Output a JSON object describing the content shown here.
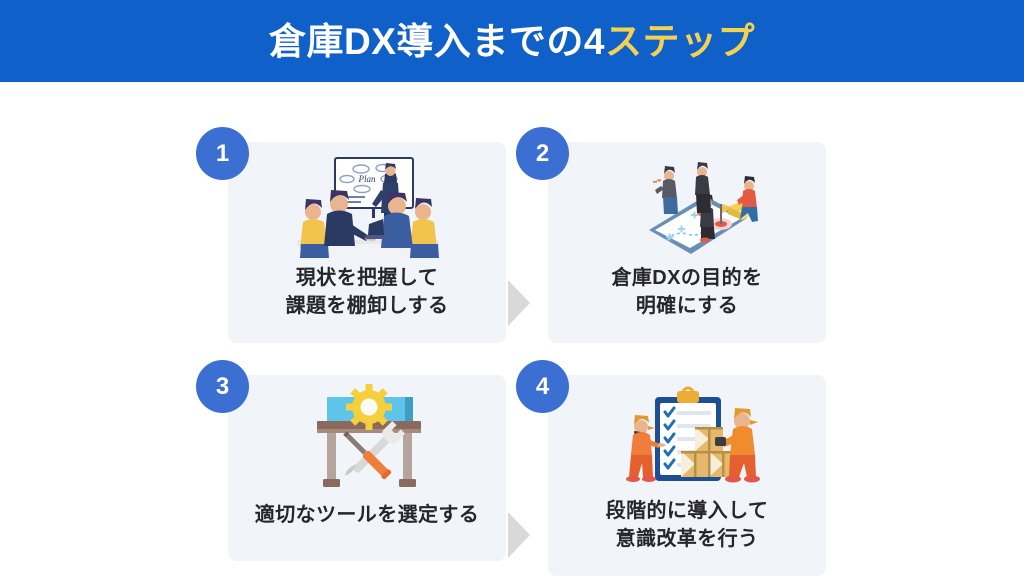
{
  "header": {
    "title_main": "倉庫DX導入までの4",
    "title_accent": "ステップ",
    "bg_color": "#1060c9",
    "accent_color": "#f4d24e"
  },
  "theme": {
    "page_bg": "#ffffff",
    "card_bg": "#f1f4f9",
    "badge_color": "#3c6fd2",
    "text_color": "#27272b",
    "arrow_color": "#d9d9d9"
  },
  "steps": [
    {
      "number": "1",
      "icon": "meeting-whiteboard-illustration",
      "label_lines": [
        "現状を把握して",
        "課題を棚卸しする"
      ]
    },
    {
      "number": "2",
      "icon": "isometric-phone-roadmap-illustration",
      "label_lines": [
        "倉庫DXの目的を",
        "明確にする"
      ]
    },
    {
      "number": "3",
      "icon": "workbench-gear-tools-illustration",
      "label_lines": [
        "適切なツールを選定する"
      ]
    },
    {
      "number": "4",
      "icon": "checklist-warehouse-workers-illustration",
      "label_lines": [
        "段階的に導入して",
        "意識改革を行う"
      ]
    }
  ],
  "arrows": [
    {
      "name": "arrow-step1-to-step2"
    },
    {
      "name": "arrow-step3-to-step4"
    }
  ]
}
